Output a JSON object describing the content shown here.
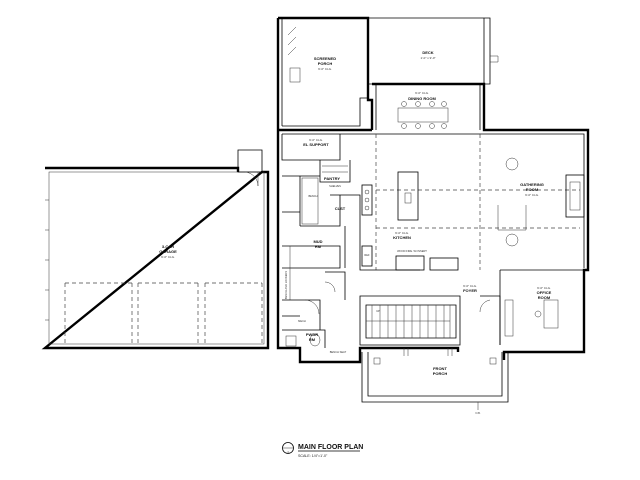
{
  "title": "MAIN FLOOR PLAN",
  "scale": "SCALE: 1/4\"=1'-0\"",
  "drawing_number": "4",
  "rooms": {
    "screened_porch": {
      "name1": "SCREENED",
      "name2": "PORCH",
      "dim": "9'-0\" CLG."
    },
    "deck": {
      "name": "DECK",
      "dim": "1'-0\" x 9'-0\""
    },
    "dining": {
      "name": "DINING ROOM",
      "dim": "9'-0\" CLG."
    },
    "elsupport": {
      "name": "EL SUPPORT",
      "dim": "9'-0\" CLG."
    },
    "pantry": {
      "name": "PANTRY"
    },
    "gathering": {
      "name1": "GATHERING",
      "name2": "ROOM",
      "dim": "9'-0\" CLG."
    },
    "garage": {
      "name1": "3-CAR",
      "name2": "GARAGE",
      "dim": "9'-0\" CLG."
    },
    "mud": {
      "name1": "MUD",
      "name2": "RM"
    },
    "closet": {
      "name": "CLST"
    },
    "kitchen": {
      "name": "KITCHEN",
      "dim": "9'-0\" CLG."
    },
    "foyer": {
      "name": "FOYER",
      "dim": "9'-0\" CLG."
    },
    "office": {
      "name1": "OFFICE",
      "name2": "ROOM",
      "dim": "9'-0\" CLG."
    },
    "powder": {
      "name1": "PWDR",
      "name2": "RM"
    },
    "front_porch": {
      "name1": "FRONT",
      "name2": "PORCH"
    }
  },
  "notes": {
    "shelves": "SHELVES",
    "bench": "BENCH",
    "bench_and_lockers": "BENCH AND LOCKERS",
    "bench_seat": "BENCH SEAT",
    "ref": "REF",
    "stair_up": "UP",
    "mech": "MECH",
    "oven": "WOOD FIRE. W/ INSERT",
    "up_dn": "N.B."
  }
}
